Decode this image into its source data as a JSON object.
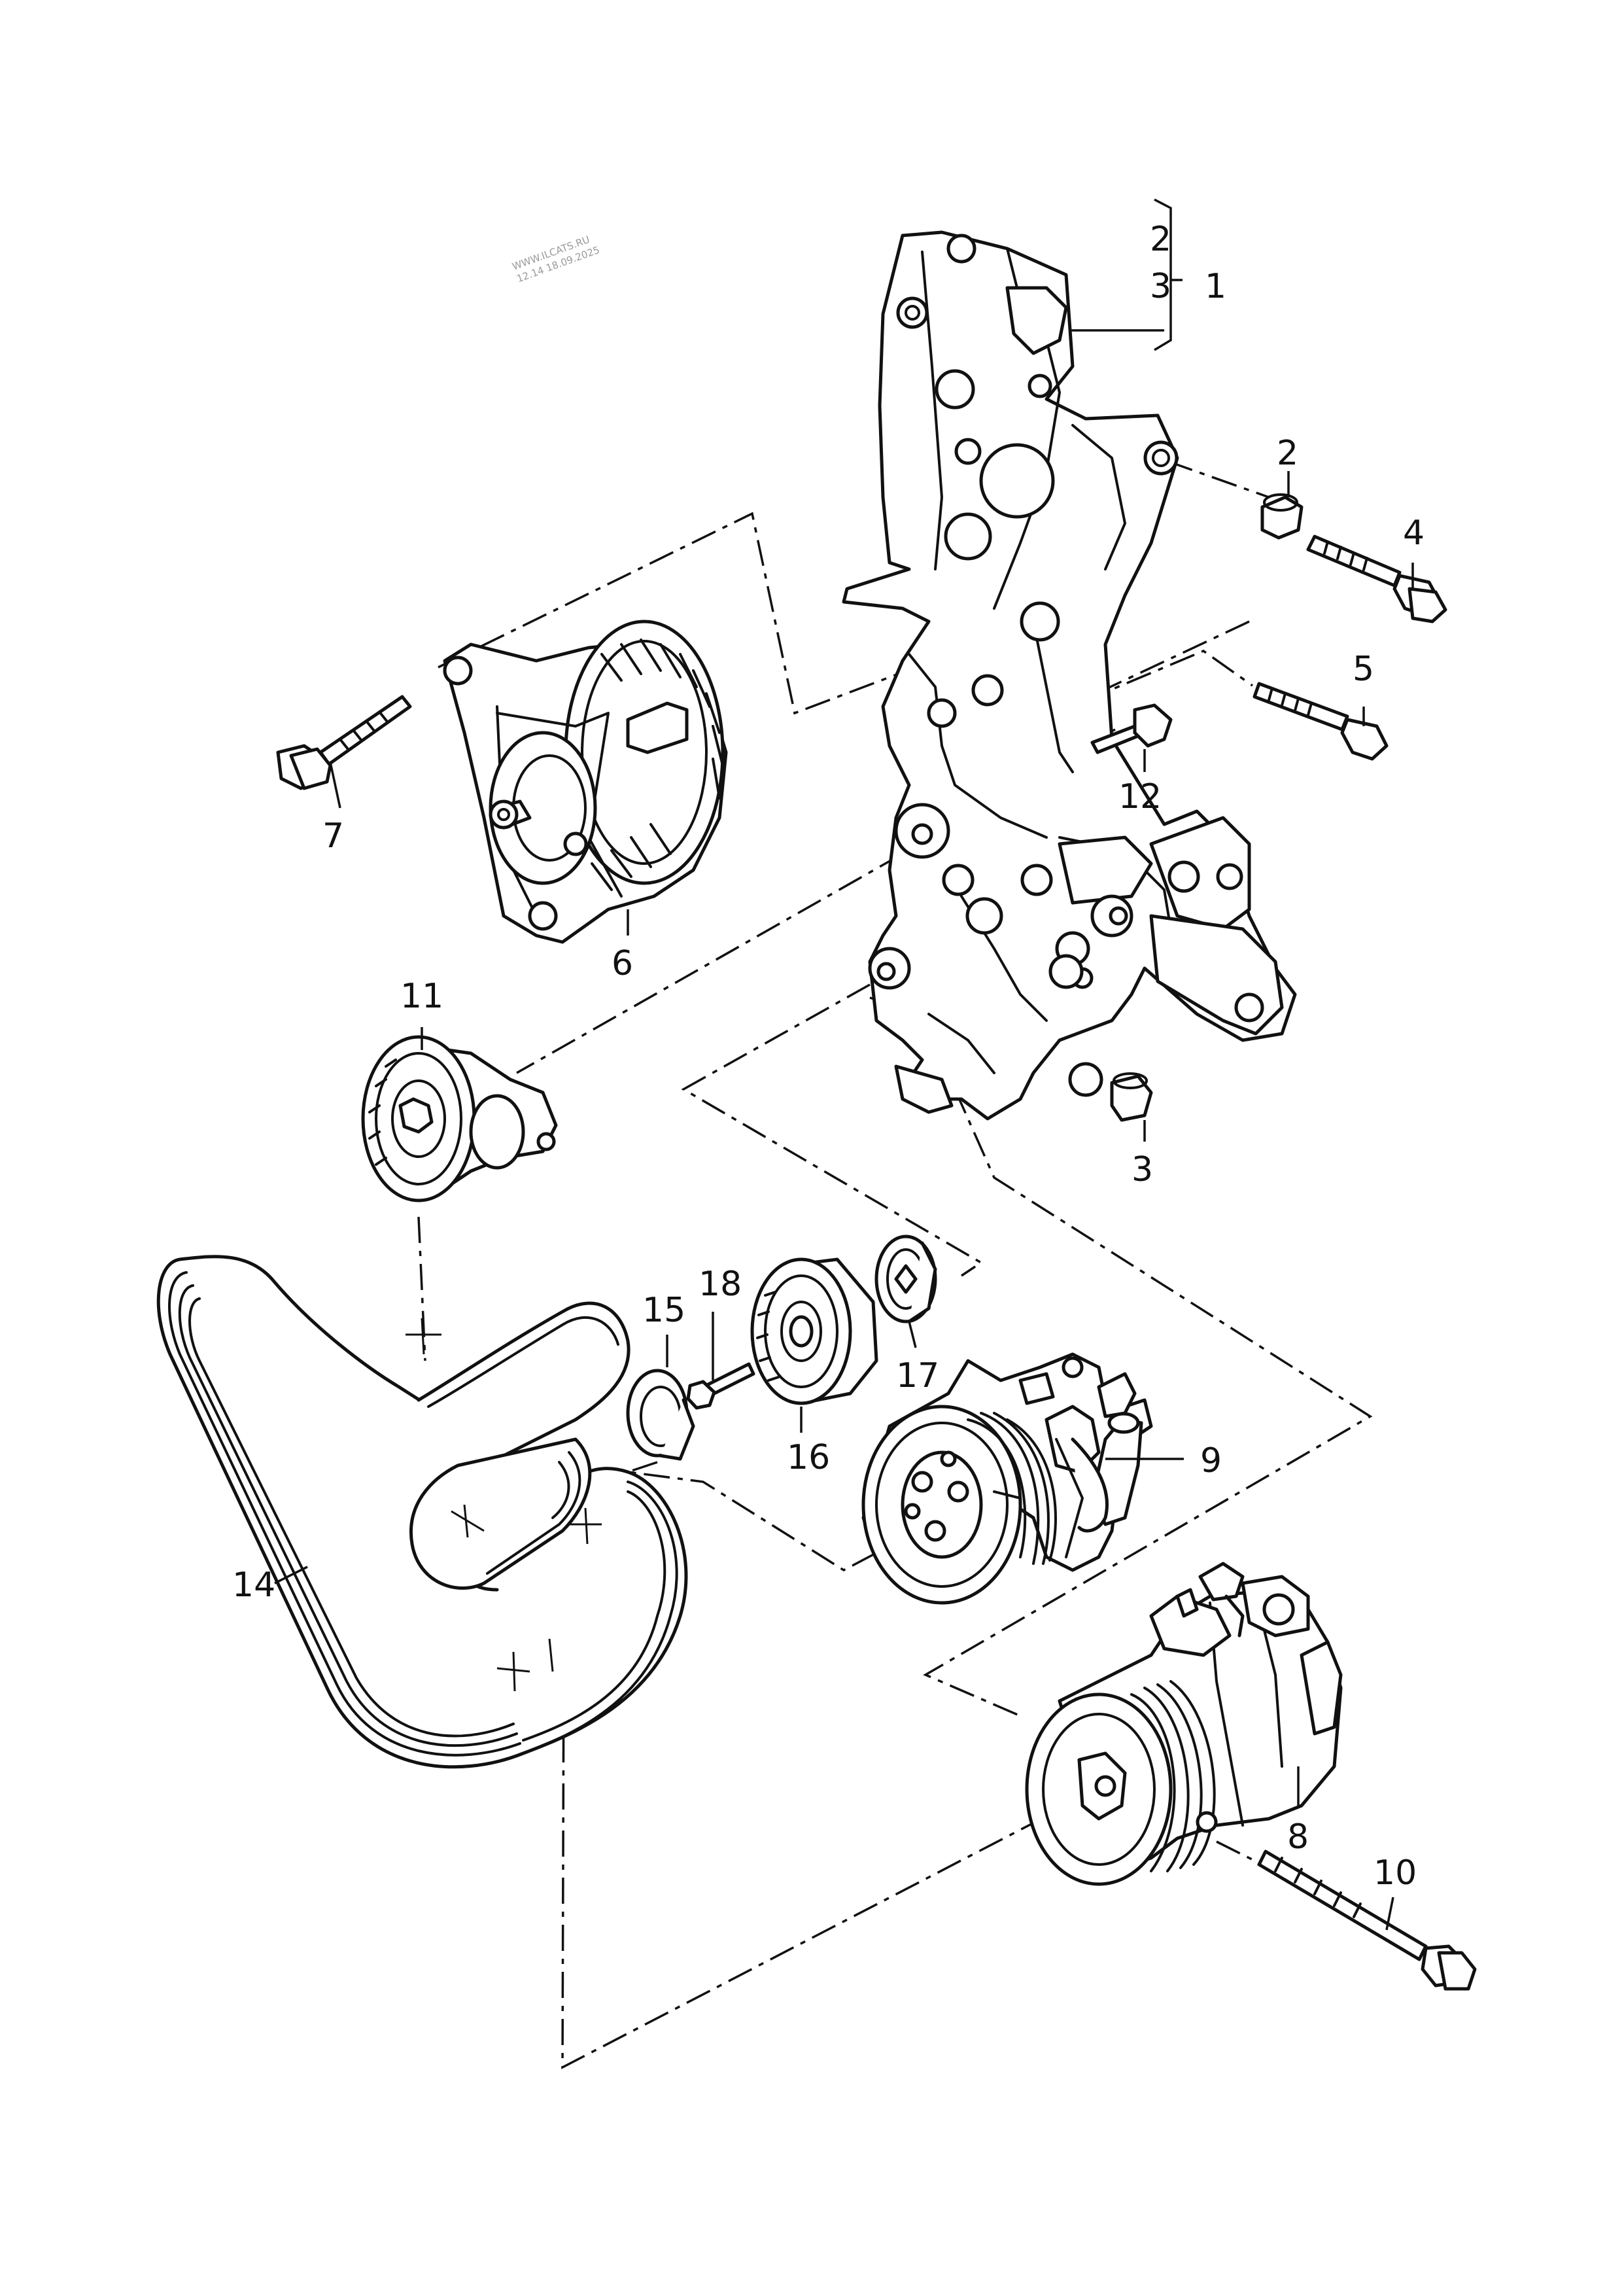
{
  "watermark": {
    "line1": "WWW.ILCATS.RU",
    "line2": "12.14 18.09.2025"
  },
  "callouts": {
    "c1": "1",
    "c2_bracket": "2",
    "c3_bracket": "3",
    "c2": "2",
    "c3": "3",
    "c4": "4",
    "c5": "5",
    "c6": "6",
    "c7": "7",
    "c8": "8",
    "c9": "9",
    "c10": "10",
    "c11": "11",
    "c12": "12",
    "c14": "14",
    "c15": "15",
    "c16": "16",
    "c17": "17",
    "c18": "18"
  }
}
